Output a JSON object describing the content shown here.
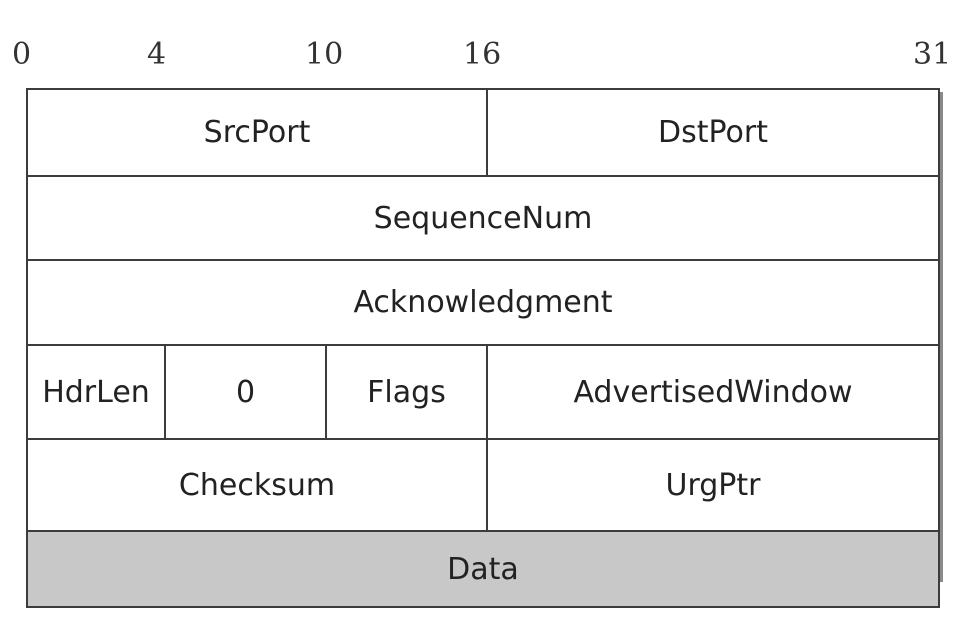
{
  "bit_positions": {
    "b0": "0",
    "b4": "4",
    "b10": "10",
    "b16": "16",
    "b31": "31"
  },
  "rows": {
    "row1": {
      "src_port": "SrcPort",
      "dst_port": "DstPort"
    },
    "row2": {
      "sequence_num": "SequenceNum"
    },
    "row3": {
      "acknowledgment": "Acknowledgment"
    },
    "row4": {
      "hdr_len": "HdrLen",
      "reserved": "0",
      "flags": "Flags",
      "advertised_window": "AdvertisedWindow"
    },
    "row5": {
      "checksum": "Checksum",
      "urg_ptr": "UrgPtr"
    },
    "row6": {
      "data": "Data"
    }
  },
  "colors": {
    "data_fill": "#c8c8c8",
    "line": "#3c3c3c"
  }
}
